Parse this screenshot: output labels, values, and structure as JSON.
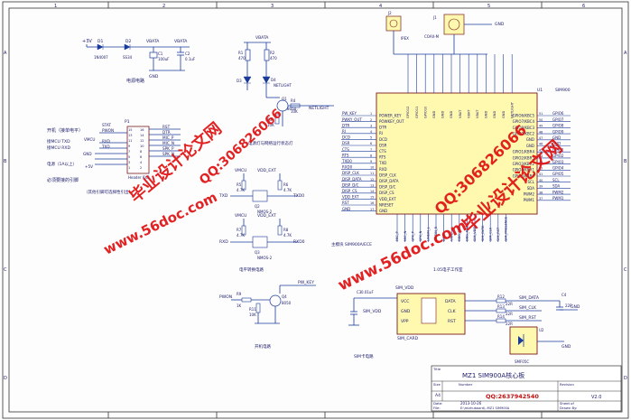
{
  "sheet": {
    "cols": [
      "1",
      "2",
      "3",
      "4",
      "5",
      "6"
    ],
    "rows": [
      "A",
      "B",
      "C",
      "D"
    ]
  },
  "power": {
    "title": "电源电路",
    "v3v": "+3V",
    "vbat": "VBATA",
    "d1": "D1",
    "d1_part": "1N4007",
    "d2": "D2",
    "d2_part": "SS34",
    "c1": "C1",
    "c1_val": "100uF",
    "c2": "C2",
    "c2_val": "0.1uF",
    "gnd": "GND"
  },
  "header": {
    "ref": "P1",
    "title": "开机（接单电平）",
    "note1": "接MCU TXD",
    "note2": "接MCU RXD",
    "note3": "电源（1A以上）",
    "note4": "必须要接的引脚",
    "note5": "（其他引脚可选择性引出）",
    "part": "Header 8X2",
    "left_pins": [
      "STAT",
      "PWON",
      "VMCU",
      "RXD",
      "TXD",
      "GND",
      "+5V"
    ],
    "right_pins": [
      "RST",
      "DTR",
      "MIC_P",
      "MIC_N",
      "SPK_P",
      "SPK_N"
    ],
    "pin_nums_l": [
      "15",
      "13",
      "11",
      "9",
      "7",
      "5",
      "3",
      "1"
    ],
    "pin_nums_r": [
      "16",
      "14",
      "12",
      "10",
      "8",
      "6",
      "4",
      "2"
    ]
  },
  "led": {
    "vbat": "VBATA",
    "r1": "R1",
    "r1_val": "470",
    "r2": "R2",
    "r2_val": "470",
    "d3": "D3",
    "d4": "D4",
    "netlight": "NETLIGHT",
    "q1": "Q1",
    "q1_part": "8050",
    "r3": "R3",
    "r3_val": "10K",
    "r4": "R4",
    "r4_val": "10K",
    "caption": "电源灯与网络运行状态灯"
  },
  "level": {
    "vmcu": "VMCU",
    "vdd_ext": "VDD_EXT",
    "r5": "R5",
    "r5_val": "4.7K",
    "r6": "R6",
    "r6_val": "4.7K",
    "r7": "R7",
    "r7_val": "4.7K",
    "r8": "R8",
    "r8_val": "4.7K",
    "q2": "Q2",
    "q2_part": "NMOS-2",
    "q3": "Q3",
    "q3_part": "NMOS-2",
    "txd": "TXD",
    "txd0": "TXD0",
    "rxd": "RXD",
    "rxd0": "RXD0",
    "caption": "电平转换电路"
  },
  "pwrkey": {
    "label": "PW_KEY",
    "pwon": "PWON",
    "r9": "R9",
    "r9_val": "1K",
    "r11": "R11",
    "r11_val": "10K",
    "q4": "Q4",
    "q4_part": "8050",
    "caption": "开机电路"
  },
  "antenna": {
    "j2": "J2",
    "j2_part": "IPEX",
    "j1": "J1",
    "j1_part": "COAX-M",
    "gnd": "GND"
  },
  "module": {
    "ref": "U1",
    "part": "SIM900",
    "caption": "主模块 SIM900A/ECE",
    "left_pins": [
      {
        "n": "1",
        "name": "POWER_KEY",
        "net": "PW_KEY"
      },
      {
        "n": "2",
        "name": "POWKEY_OUT",
        "net": "PWKY_OUT"
      },
      {
        "n": "3",
        "name": "DTR",
        "net": "DTR"
      },
      {
        "n": "4",
        "name": "RI",
        "net": "RI"
      },
      {
        "n": "5",
        "name": "DCD",
        "net": "DCD"
      },
      {
        "n": "6",
        "name": "DSR",
        "net": "DSR"
      },
      {
        "n": "7",
        "name": "CTS",
        "net": "CTS"
      },
      {
        "n": "8",
        "name": "RTS",
        "net": "RTS"
      },
      {
        "n": "9",
        "name": "TXD",
        "net": "TXD0"
      },
      {
        "n": "10",
        "name": "RXD",
        "net": "RXD0"
      },
      {
        "n": "11",
        "name": "DISP_CLK",
        "net": "DISP_CLK"
      },
      {
        "n": "12",
        "name": "DISP_DATA",
        "net": "DISP_DATA"
      },
      {
        "n": "13",
        "name": "DISP_D/C",
        "net": "DISP_D/C"
      },
      {
        "n": "14",
        "name": "DISP_CS",
        "net": "DISP_CS"
      },
      {
        "n": "15",
        "name": "VDD_EXT",
        "net": "VDD_EXT"
      },
      {
        "n": "16",
        "name": "NRESET",
        "net": "RST"
      },
      {
        "n": "17",
        "name": "GND",
        "net": "GND"
      }
    ],
    "right_pins": [
      {
        "n": "51",
        "name": "GPIO6/KBC5",
        "net": "GPIO6"
      },
      {
        "n": "50",
        "name": "GPIO7/KBC4",
        "net": "GPIO7"
      },
      {
        "n": "49",
        "name": "GPIO8/KBC3",
        "net": "GPIO8"
      },
      {
        "n": "48",
        "name": "GPIO9/KBC2",
        "net": "GPIO9"
      },
      {
        "n": "47",
        "name": "GND",
        "net": "GND"
      },
      {
        "n": "46",
        "name": "GND",
        "net": "GND"
      },
      {
        "n": "45",
        "name": "GPIO1/KBR4",
        "net": "GPIO1"
      },
      {
        "n": "44",
        "name": "GPIO2/KBR3",
        "net": "GPIO2"
      },
      {
        "n": "43",
        "name": "GPIO3/KBR2",
        "net": "GPIO3"
      },
      {
        "n": "42",
        "name": "GPIO4/KBR1",
        "net": "GPIO4"
      },
      {
        "n": "41",
        "name": "GPIO5/KBR0",
        "net": "GPIO5"
      },
      {
        "n": "40",
        "name": "SCL",
        "net": "SCL"
      },
      {
        "n": "39",
        "name": "SDA",
        "net": "SDA"
      },
      {
        "n": "38",
        "name": "PWM2",
        "net": "PWM2"
      },
      {
        "n": "37",
        "name": "PWM1",
        "net": "PWM1"
      }
    ],
    "top_pins": [
      "GPIO12",
      "GPIO11",
      "GPIO10",
      "GND",
      "GND",
      "GND",
      "VBAT",
      "VBAT",
      "VBAT",
      "GND",
      "GND",
      "GND",
      "NETLIGHT"
    ],
    "bottom_pins": [
      "MIC_P",
      "MIC_N",
      "SPK_P",
      "SPK_N",
      "LINEIN_L",
      "LINEIN_R",
      "ADC",
      "VRTC",
      "DBG_TXD",
      "DBG_RXD",
      "SIM_VDD",
      "SIM_DATA",
      "SIM_CLK",
      "SIM_RST",
      "SIM_PRESENCE"
    ]
  },
  "sim": {
    "vdd": "SIM_VDD",
    "c3": "C3",
    "c3_val": "0.01uF",
    "pins_l": [
      "VCC",
      "GND",
      "VPP"
    ],
    "pins_r": [
      "DATA",
      "CLK",
      "RST"
    ],
    "ref": "SIM_CARD",
    "caption": "SIM卡电路",
    "r12": "R12",
    "r13": "R13",
    "r14": "R14",
    "r_val": "22R",
    "data": "SIM_DATA",
    "clk": "SIM_CLK",
    "rst": "SIM_RST",
    "c4": "C4",
    "c4_val": "22P",
    "tvs": "SMF05C",
    "tvs_ref": "U2",
    "gnd": "GND",
    "note": "1.05电子工作室"
  },
  "titleblock": {
    "title_lbl": "Title",
    "title": "MZ1 SIM900A核心板",
    "size_lbl": "Size",
    "size": "A4",
    "number_lbl": "Number",
    "revision_lbl": "Revision",
    "revision": "V2.0",
    "date_lbl": "Date:",
    "date": "2013-10-26",
    "file_lbl": "File:",
    "file": "E:\\mizhuboard\\..MZ1 SIM900A",
    "sheet": "Sheet of",
    "drawn": "Drawn By:",
    "qq": "QQ:2637942540"
  },
  "watermark": {
    "brand": "毕业设计论文网",
    "site": "www.56doc.com",
    "qq": "QQ:306826066"
  }
}
